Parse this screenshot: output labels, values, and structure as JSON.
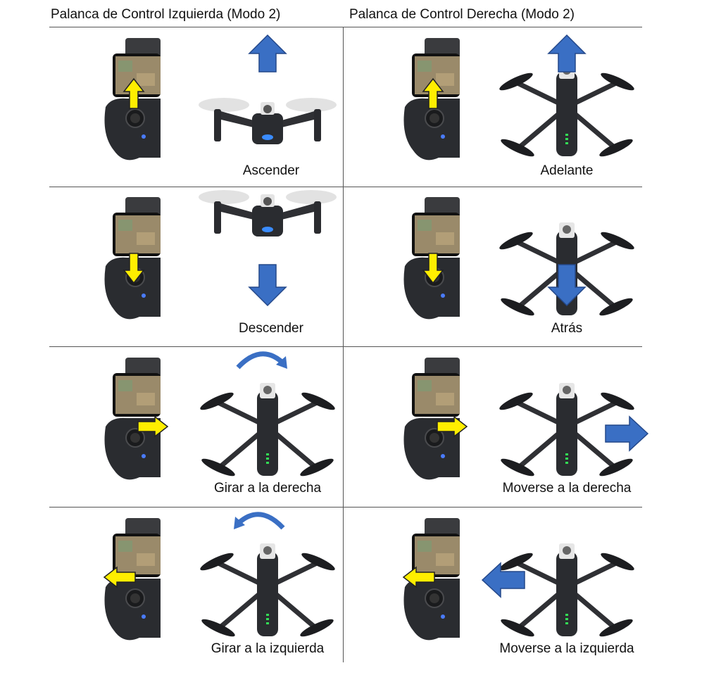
{
  "headers": {
    "left": "Palanca de Control Izquierda (Modo 2)",
    "right": "Palanca de Control Derecha (Modo 2)"
  },
  "rows": [
    {
      "left": {
        "caption": "Ascender",
        "stick": "up",
        "drone": "front",
        "move": "up"
      },
      "right": {
        "caption": "Adelante",
        "stick": "up",
        "drone": "top",
        "move": "up"
      }
    },
    {
      "left": {
        "caption": "Descender",
        "stick": "down",
        "drone": "front",
        "move": "down"
      },
      "right": {
        "caption": "Atrás",
        "stick": "down",
        "drone": "top",
        "move": "down"
      }
    },
    {
      "left": {
        "caption": "Girar a la derecha",
        "stick": "right",
        "drone": "top",
        "move": "rotate-right"
      },
      "right": {
        "caption": "Moverse a la derecha",
        "stick": "right",
        "drone": "top",
        "move": "right"
      }
    },
    {
      "left": {
        "caption": "Girar a la izquierda",
        "stick": "left",
        "drone": "top",
        "move": "rotate-left"
      },
      "right": {
        "caption": "Moverse a la izquierda",
        "stick": "left",
        "drone": "top",
        "move": "left"
      }
    }
  ],
  "colors": {
    "stick_arrow": "#ffee00",
    "move_arrow": "#3a6fc4",
    "body": "#2a2c30"
  }
}
